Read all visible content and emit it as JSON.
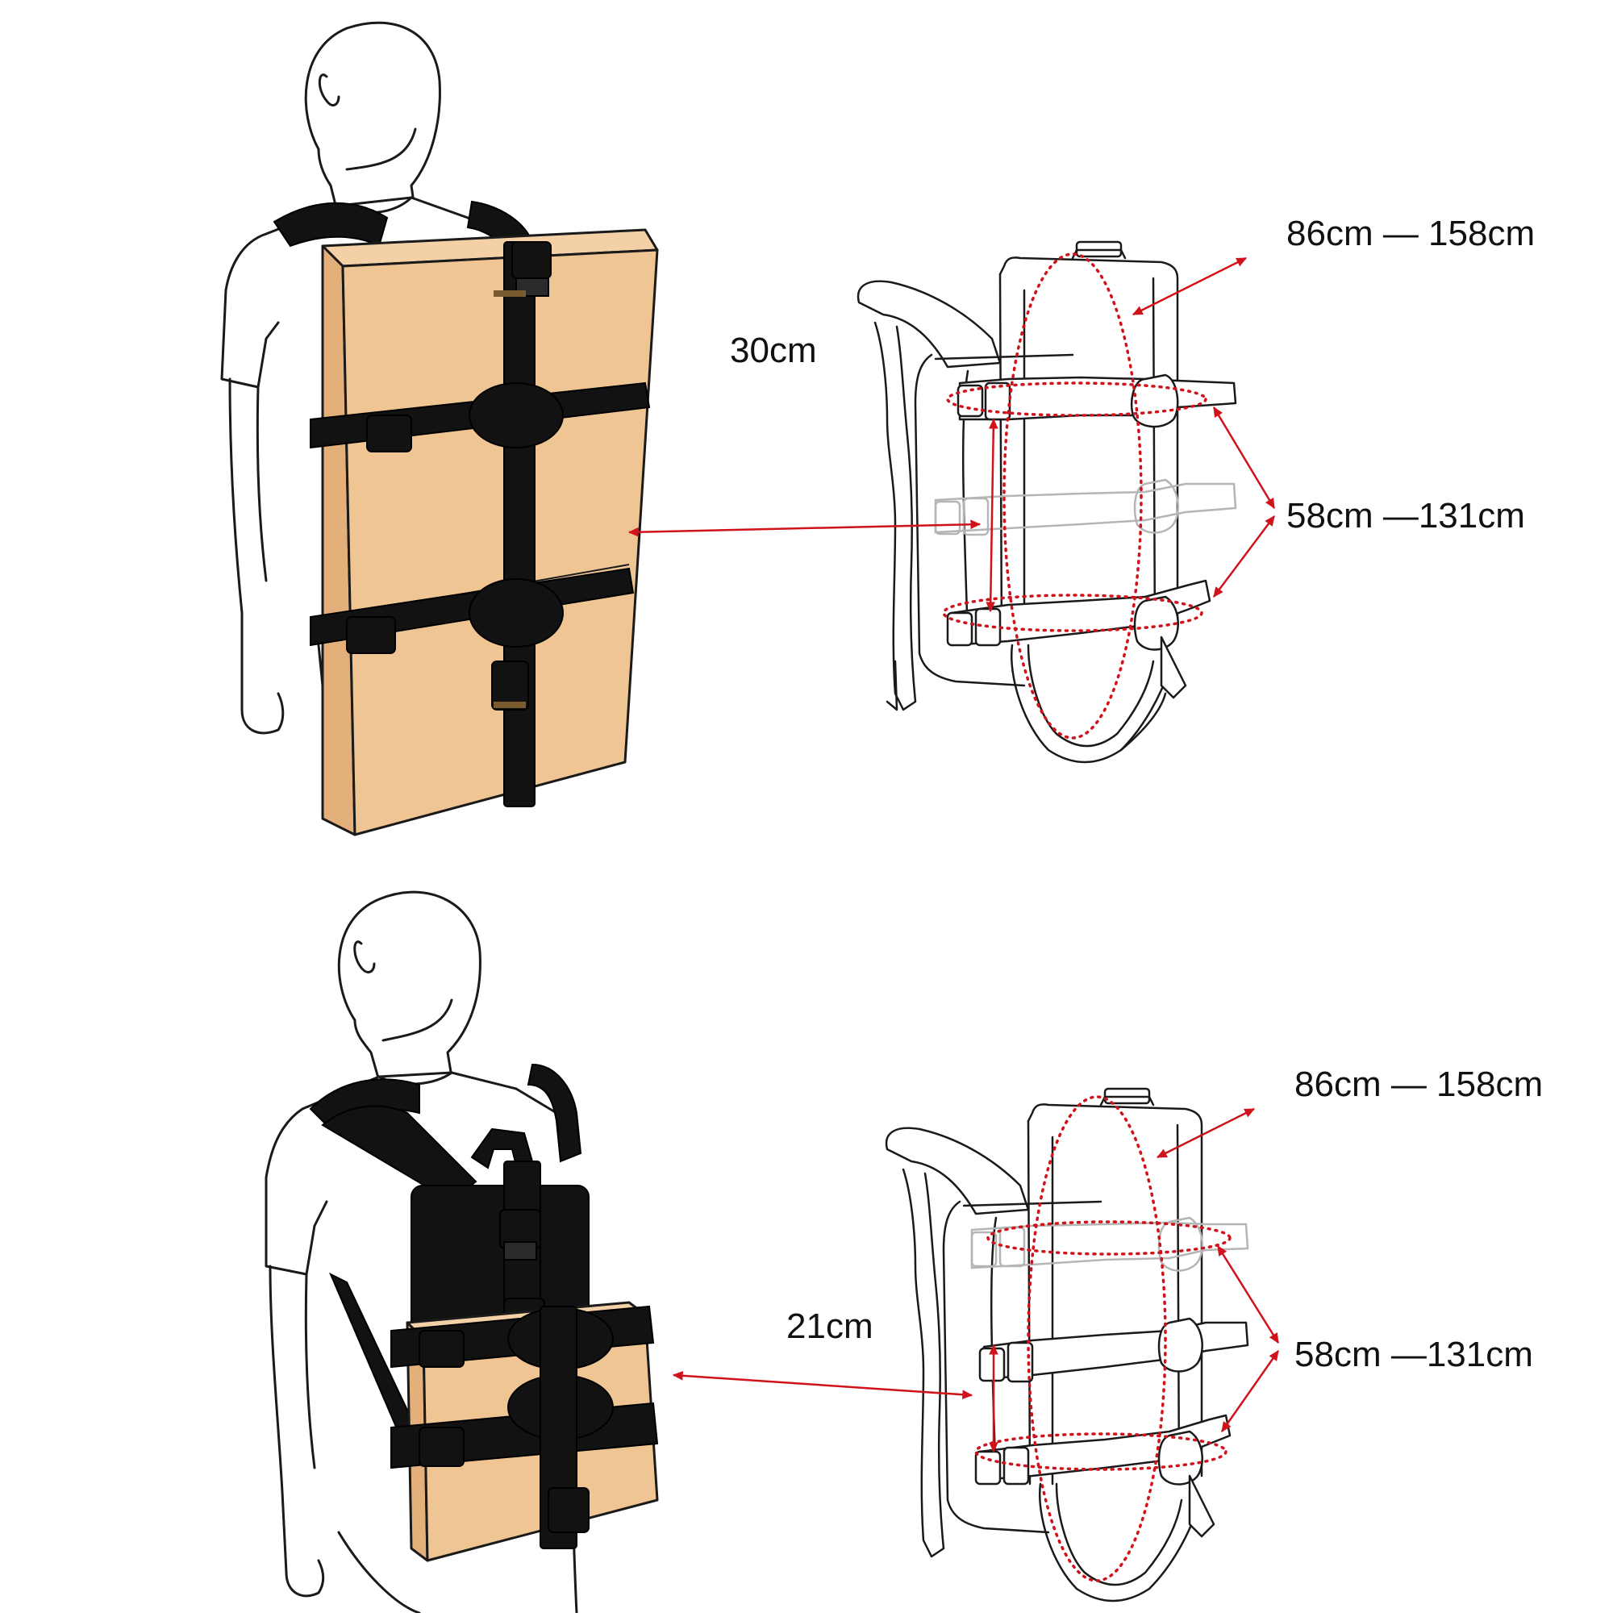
{
  "colors": {
    "ink": "#1a1a1a",
    "box": "#efc594",
    "box_side": "#e3b07c",
    "box_top": "#f4d0a6",
    "strap": "#121212",
    "measure_red": "#d0121b",
    "ghost": "#b5b5b5"
  },
  "panels": [
    {
      "id": "top",
      "depth_label": "30cm",
      "top_range": "86cm — 158cm",
      "strap_range": "58cm —131cm"
    },
    {
      "id": "bottom",
      "depth_label": "21cm",
      "top_range": "86cm — 158cm",
      "strap_range": "58cm —131cm"
    }
  ]
}
